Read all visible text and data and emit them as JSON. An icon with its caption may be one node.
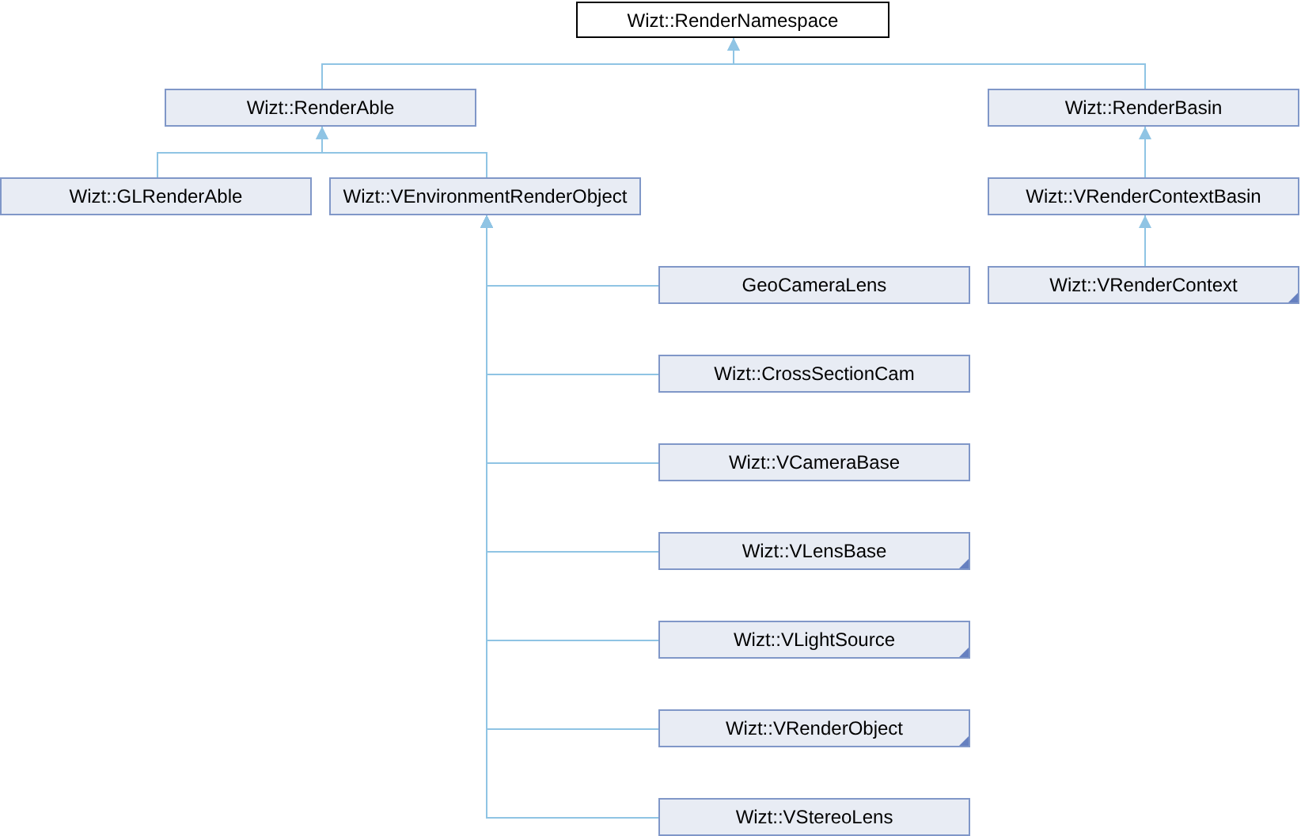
{
  "diagram": {
    "nodes": [
      {
        "text": [
          "Wizt::RenderNamespace"
        ]
      },
      {
        "text": [
          "Wizt::RenderAble"
        ]
      },
      {
        "text": [
          "Wizt::RenderBasin"
        ]
      },
      {
        "text": [
          "Wizt::GLRenderAble"
        ]
      },
      {
        "text": [
          "Wizt::VEnvironmentRenderObject"
        ]
      },
      {
        "text": [
          "Wizt::VRenderContextBasin"
        ]
      },
      {
        "text": [
          "GeoCameraLens"
        ]
      },
      {
        "text": [
          "Wizt::VRenderContext"
        ]
      },
      {
        "text": [
          "Wizt::CrossSectionCam"
        ]
      },
      {
        "text": [
          "Wizt::VCameraBase"
        ]
      },
      {
        "text": [
          "Wizt::VLensBase"
        ]
      },
      {
        "text": [
          "Wizt::VLightSource"
        ]
      },
      {
        "text": [
          "Wizt::VRenderObject"
        ]
      },
      {
        "text": [
          "Wizt::VStereoLens"
        ]
      }
    ],
    "edges": [
      {
        "from": 1,
        "to": 0,
        "arrow": "to"
      },
      {
        "from": 2,
        "to": 0,
        "arrow": "to"
      },
      {
        "from": 3,
        "to": 1,
        "arrow": "to"
      },
      {
        "from": 4,
        "to": 1,
        "arrow": "to"
      },
      {
        "from": 5,
        "to": 2,
        "arrow": "to"
      },
      {
        "from": 7,
        "to": 5,
        "arrow": "to"
      },
      {
        "from": 6,
        "to": 4,
        "arrow": "to"
      },
      {
        "from": 8,
        "to": 4,
        "arrow": "to"
      },
      {
        "from": 9,
        "to": 4,
        "arrow": "to"
      },
      {
        "from": 10,
        "to": 4,
        "arrow": "to"
      },
      {
        "from": 11,
        "to": 4,
        "arrow": "to"
      },
      {
        "from": 12,
        "to": 4,
        "arrow": "to"
      },
      {
        "from": 13,
        "to": 4,
        "arrow": "to"
      }
    ]
  }
}
